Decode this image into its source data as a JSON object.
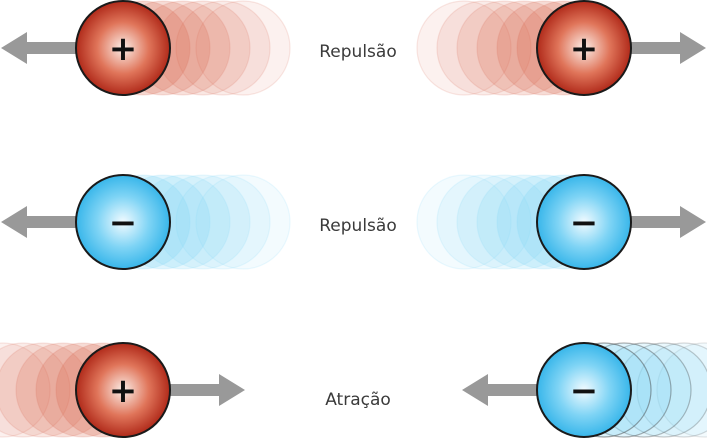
{
  "rows": [
    {
      "label": "Repulsão",
      "charges": [
        {
          "sign": "+",
          "polarity": "positive",
          "trail": "right",
          "arrow": "left"
        },
        {
          "sign": "+",
          "polarity": "positive",
          "trail": "left",
          "arrow": "right"
        }
      ]
    },
    {
      "label": "Repulsão",
      "charges": [
        {
          "sign": "−",
          "polarity": "negative",
          "trail": "right",
          "arrow": "left"
        },
        {
          "sign": "−",
          "polarity": "negative",
          "trail": "left",
          "arrow": "right"
        }
      ]
    },
    {
      "label": "Atração",
      "charges": [
        {
          "sign": "+",
          "polarity": "positive",
          "trail": "left",
          "arrow": "right"
        },
        {
          "sign": "−",
          "polarity": "negative",
          "trail": "right",
          "arrow": "left"
        }
      ]
    }
  ],
  "colors": {
    "positive_center": "#fbeee8",
    "positive_mid": "#e0755a",
    "positive_edge": "#b02a1a",
    "positive_trail": "#d9684e",
    "negative_center": "#f2fbff",
    "negative_mid": "#7fd4f5",
    "negative_edge": "#38b6ea",
    "negative_trail": "#7fd4f5",
    "arrow": "#999999",
    "outline": "#1a1a1a"
  },
  "icons": {
    "arrow": "arrow-icon",
    "positive": "positive-charge-icon",
    "negative": "negative-charge-icon"
  }
}
